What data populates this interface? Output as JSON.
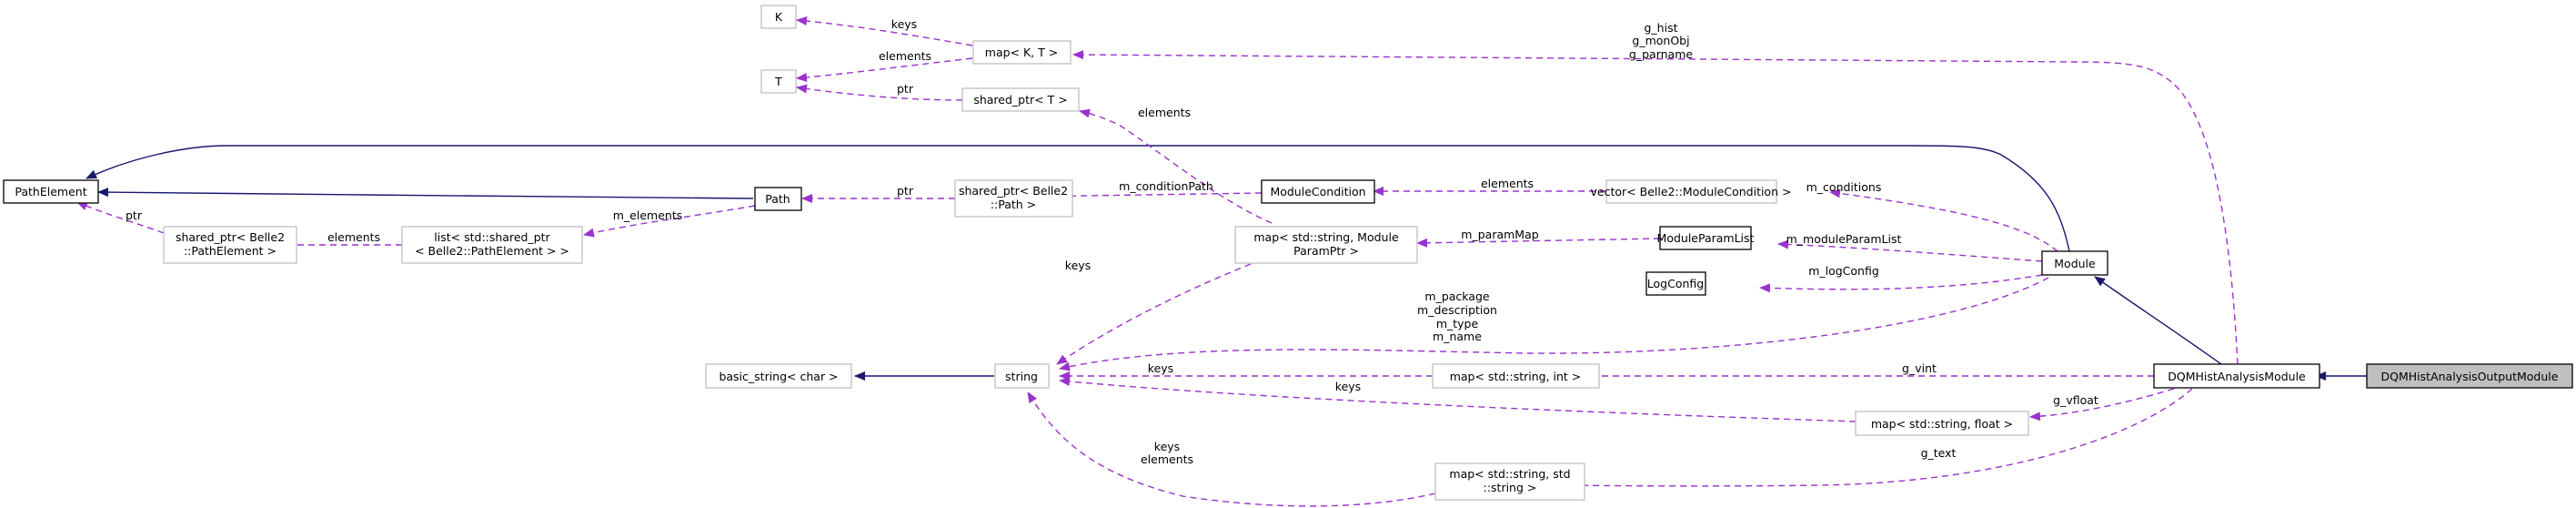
{
  "colors": {
    "inheritance_edge": "#191970",
    "usage_edge": "#9a32cd",
    "focus_fill": "#bfbfbf",
    "documented_border": "#000000",
    "undocumented_border": "#bfbfbf"
  },
  "nodes": {
    "focus": "DQMHistAnalysisOutputModule",
    "dqm_hist_analysis_module": "DQMHistAnalysisModule",
    "module": "Module",
    "path_element": "PathElement",
    "path": "Path",
    "shared_ptr_path_element": [
      "shared_ptr< Belle2",
      "::PathElement >"
    ],
    "list_shared_ptr": [
      "list< std::shared_ptr",
      "< Belle2::PathElement > >"
    ],
    "shared_ptr_path": [
      "shared_ptr< Belle2",
      "::Path >"
    ],
    "module_condition": "ModuleCondition",
    "vector_module_condition": "vector< Belle2::ModuleCondition >",
    "module_param_list": "ModuleParamList",
    "log_config": "LogConfig",
    "map_param": [
      "map< std::string, Module",
      "ParamPtr >"
    ],
    "k": "K",
    "t": "T",
    "map_kt": "map< K, T >",
    "shared_ptr_t": "shared_ptr< T >",
    "basic_string": "basic_string< char >",
    "string": "string",
    "map_string_int": "map< std::string, int >",
    "map_string_float": "map< std::string, float >",
    "map_string_string": [
      "map< std::string, std",
      "::string >"
    ]
  },
  "edge_labels": {
    "keys_k": "keys",
    "elements_t": "elements",
    "ptr_t": "ptr",
    "g_map": [
      "g_hist",
      "g_monObj",
      "g_parname"
    ],
    "elements_shared_ptr_t": "elements",
    "ptr_path_element": "ptr",
    "elements_list": "elements",
    "m_elements": "m_elements",
    "ptr_path": "ptr",
    "m_condition_path": "m_conditionPath",
    "elements_condition": "elements",
    "m_conditions": "m_conditions",
    "m_param_map": "m_paramMap",
    "m_module_param_list": "m_moduleParamList",
    "m_log_config": "m_logConfig",
    "keys_param": "keys",
    "m_strings": [
      "m_package",
      "m_description",
      "m_type",
      "m_name"
    ],
    "keys_int": "keys",
    "g_vint": "g_vint",
    "keys_float": "keys",
    "g_vfloat": "g_vfloat",
    "keys_elements_string": [
      "keys",
      "elements"
    ],
    "g_text": "g_text"
  }
}
